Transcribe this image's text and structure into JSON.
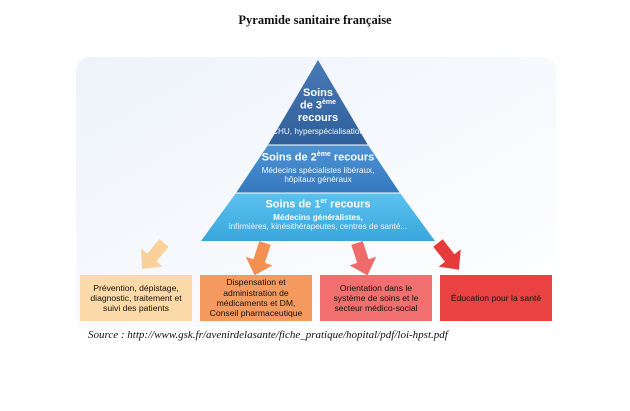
{
  "title": "Pyramide sanitaire française",
  "pyramid": {
    "tier3": {
      "line1": "Soins",
      "line2_main": "de 3",
      "line2_sup": "ème",
      "line3": "recours",
      "detail": "CHU, hyperspécialisation",
      "color": "#3a6aa6"
    },
    "tier2": {
      "title_main": "Soins de 2",
      "title_sup": "ème",
      "title_end": " recours",
      "detail1": "Médecins spécialistes libéraux,",
      "detail2": "hôpitaux généraux",
      "color": "#3f86c9"
    },
    "tier1": {
      "title_main": "Soins de 1",
      "title_sup": "er",
      "title_end": " recours",
      "detail_strong": "Médecins généralistes,",
      "detail": "infirmières, kinésithérapeutes, centres de santé...",
      "color": "#4bb3e6"
    }
  },
  "boxes": [
    {
      "text": "Prévention, dépistage, diagnostic, traitement et suivi des patients",
      "color": "#fcd9a8",
      "arrow": "#fbd09a"
    },
    {
      "text": "Dispensation et administration de médicaments et DM, Conseil pharmaceutique",
      "color": "#f59a5e",
      "arrow": "#f39152"
    },
    {
      "text": "Orientation dans le système de soins et le secteur médico-social",
      "color": "#f26f6f",
      "arrow": "#ef6a6a"
    },
    {
      "text": "Éducation pour la santé",
      "color": "#ea4242",
      "arrow": "#e63b3b"
    }
  ],
  "source": "Source : http://www.gsk.fr/avenirdelasante/fiche_pratique/hopital/pdf/loi-hpst.pdf"
}
